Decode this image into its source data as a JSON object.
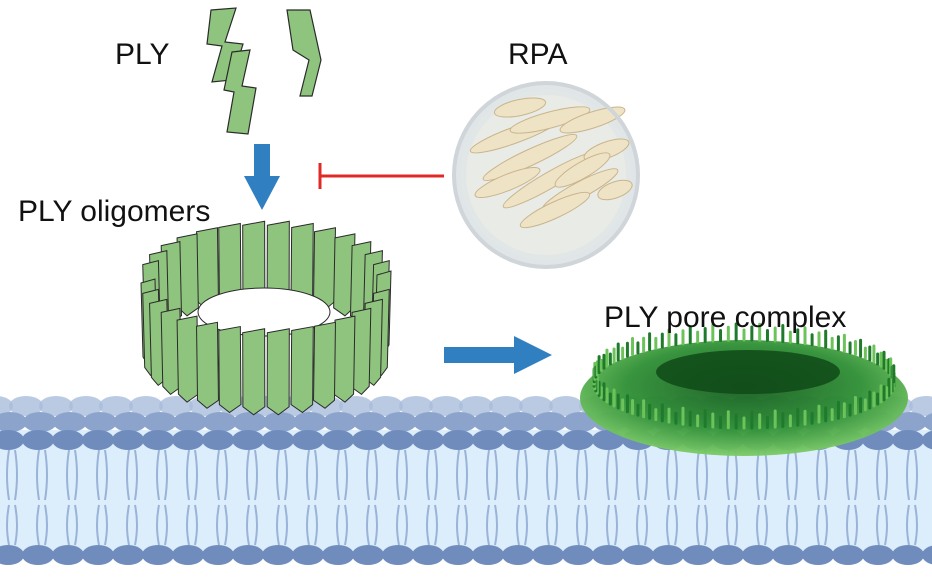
{
  "labels": {
    "ply": "PLY",
    "rpa": "RPA",
    "oligomers": "PLY oligomers",
    "pore_complex": "PLY pore complex"
  },
  "colors": {
    "monomer_fill": "#8fc47e",
    "monomer_stroke": "#2a2a2a",
    "pore_dark": "#1f7a2c",
    "pore_light": "#6cc35a",
    "arrow_blue": "#2f7fc1",
    "inhibit_red": "#e02828",
    "membrane_head": "#8ca4cc",
    "membrane_head_dark": "#6f8cbd",
    "membrane_core": "#dceefb",
    "membrane_tail": "#9ab3d8",
    "bowl_rim": "#eef2f3",
    "herb_slice": "#efe3c6"
  },
  "icons": {
    "down_arrow": "down-arrow-icon",
    "right_arrow": "right-arrow-icon",
    "inhibition": "inhibition-bar-icon"
  }
}
